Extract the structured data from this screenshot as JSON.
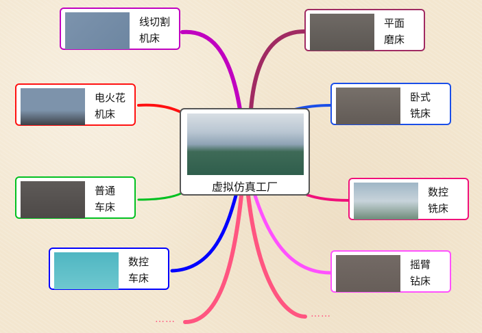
{
  "center": {
    "title": "虚拟仿真工厂"
  },
  "nodes": [
    {
      "line1": "线切割",
      "line2": "机床",
      "color": "#c000c0"
    },
    {
      "line1": "电火花",
      "line2": "机床",
      "color": "#ff1010"
    },
    {
      "line1": "普通",
      "line2": "车床",
      "color": "#00c020"
    },
    {
      "line1": "数控",
      "line2": "车床",
      "color": "#0000ff"
    },
    {
      "line1": "平面",
      "line2": "磨床",
      "color": "#a02a62"
    },
    {
      "line1": "卧式",
      "line2": "铣床",
      "color": "#1a4ee8"
    },
    {
      "line1": "数控",
      "line2": "铣床",
      "color": "#f0107a"
    },
    {
      "line1": "摇臂",
      "line2": "钻床",
      "color": "#ff50ff"
    }
  ],
  "more_left": "……",
  "more_right": "……",
  "more_color": "#ff5580"
}
